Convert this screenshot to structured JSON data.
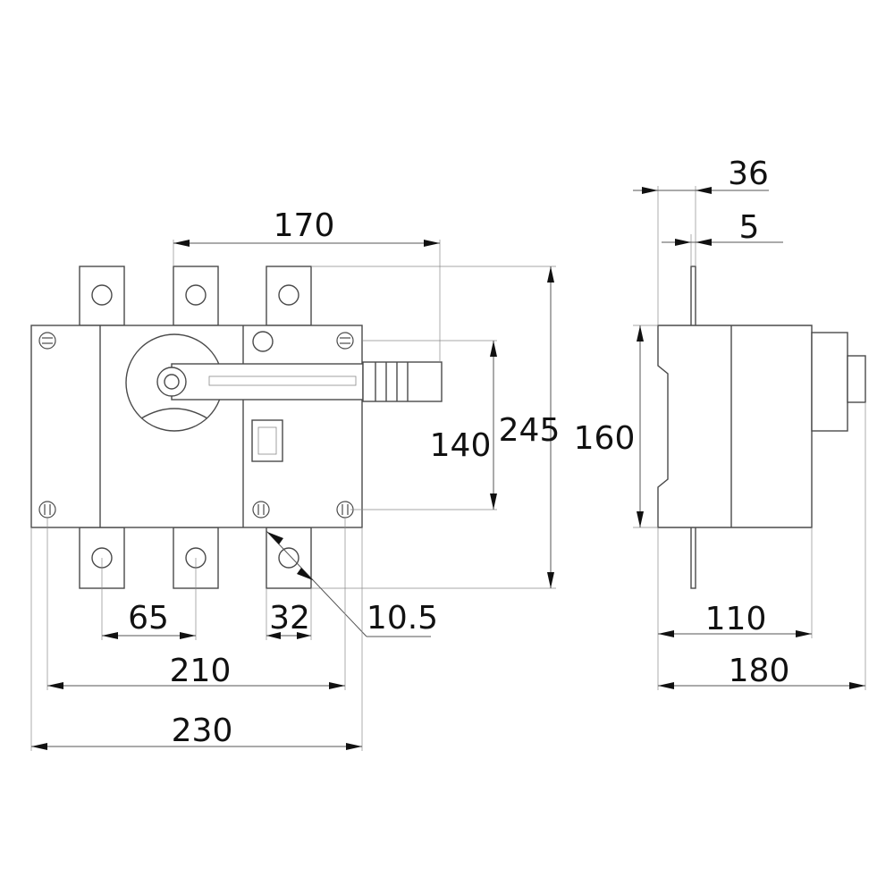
{
  "dimensions": {
    "front_top_width": "170",
    "front_handle_height": "140",
    "front_overall_height": "245",
    "side_body_height": "160",
    "terminal_pitch": "65",
    "terminal_width": "32",
    "hole_diameter": "10.5",
    "fixing_center_width": "210",
    "overall_width": "230",
    "side_terminal_offset": "36",
    "side_terminal_thickness": "5",
    "side_body_depth": "110",
    "side_overall_depth": "180"
  },
  "colors": {
    "outline": "#4a4a4a",
    "dimension": "#111111"
  }
}
